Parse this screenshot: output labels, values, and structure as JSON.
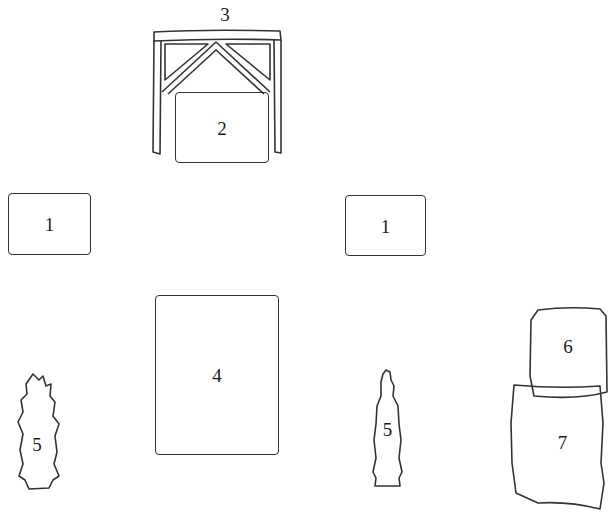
{
  "diagram": {
    "nodes": [
      {
        "text": [
          "3"
        ]
      },
      {
        "text": [
          "2"
        ],
        "in": 0
      },
      {
        "text": [
          "1"
        ]
      },
      {
        "text": [
          "1"
        ]
      },
      {
        "text": [
          "4"
        ]
      },
      {
        "text": [
          "5"
        ]
      },
      {
        "text": [
          "5"
        ]
      },
      {
        "text": [
          "6"
        ]
      },
      {
        "text": [
          "7"
        ]
      }
    ]
  }
}
